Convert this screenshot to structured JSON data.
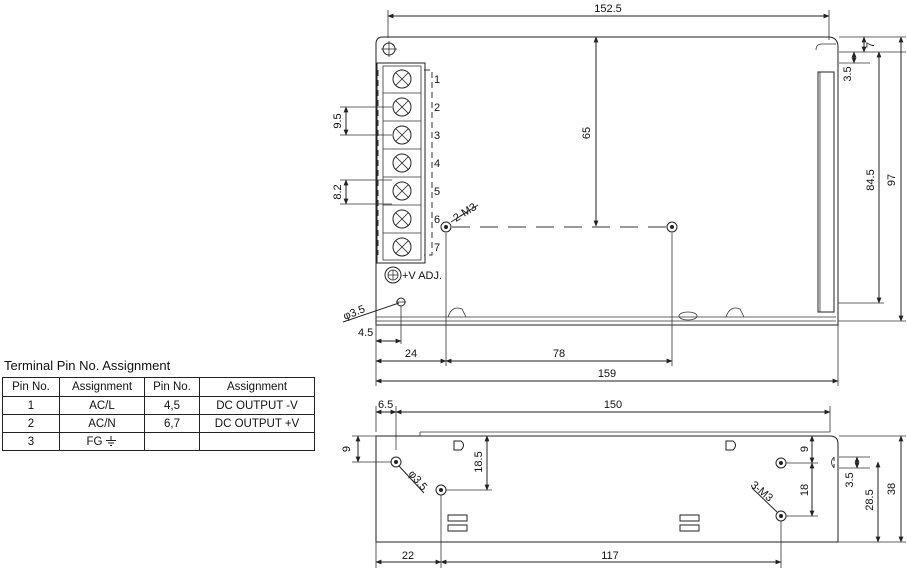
{
  "top_view": {
    "dims": {
      "overall_width_top": "152.5",
      "height_inner": "65",
      "pitch_a": "9.5",
      "pitch_b": "8.2",
      "right_offset_a": "7",
      "right_offset_b": "3.5",
      "height_mid": "84.5",
      "height_total": "97",
      "hole_dia": "3.5",
      "edge_offset": "4.5",
      "hole_x1": "24",
      "hole_span": "78",
      "overall_length": "159"
    },
    "labels": {
      "mount_screw": "2-M3",
      "vadj": "+V ADJ.",
      "dia_symbol": "φ"
    },
    "terminal_numbers": [
      "1",
      "2",
      "3",
      "4",
      "5",
      "6",
      "7"
    ]
  },
  "side_view": {
    "dims": {
      "left_offset": "6.5",
      "width": "150",
      "left_hole_y": "9",
      "hole_dia": "3.5",
      "left_hole_drop": "18.5",
      "right_hole_top": "9",
      "right_hole_span": "18",
      "right_offset": "3.5",
      "height_mid": "28.5",
      "height_total": "38",
      "bottom_left": "22",
      "bottom_span": "117"
    },
    "labels": {
      "mount_screw": "3-M3",
      "dia_symbol": "φ"
    }
  },
  "pin_table": {
    "title": "Terminal Pin No. Assignment",
    "headers": [
      "Pin No.",
      "Assignment",
      "Pin No.",
      "Assignment"
    ],
    "rows": [
      [
        "1",
        "AC/L",
        "4,5",
        "DC OUTPUT -V"
      ],
      [
        "2",
        "AC/N",
        "6,7",
        "DC OUTPUT +V"
      ],
      [
        "3",
        "FG",
        "",
        ""
      ]
    ]
  }
}
